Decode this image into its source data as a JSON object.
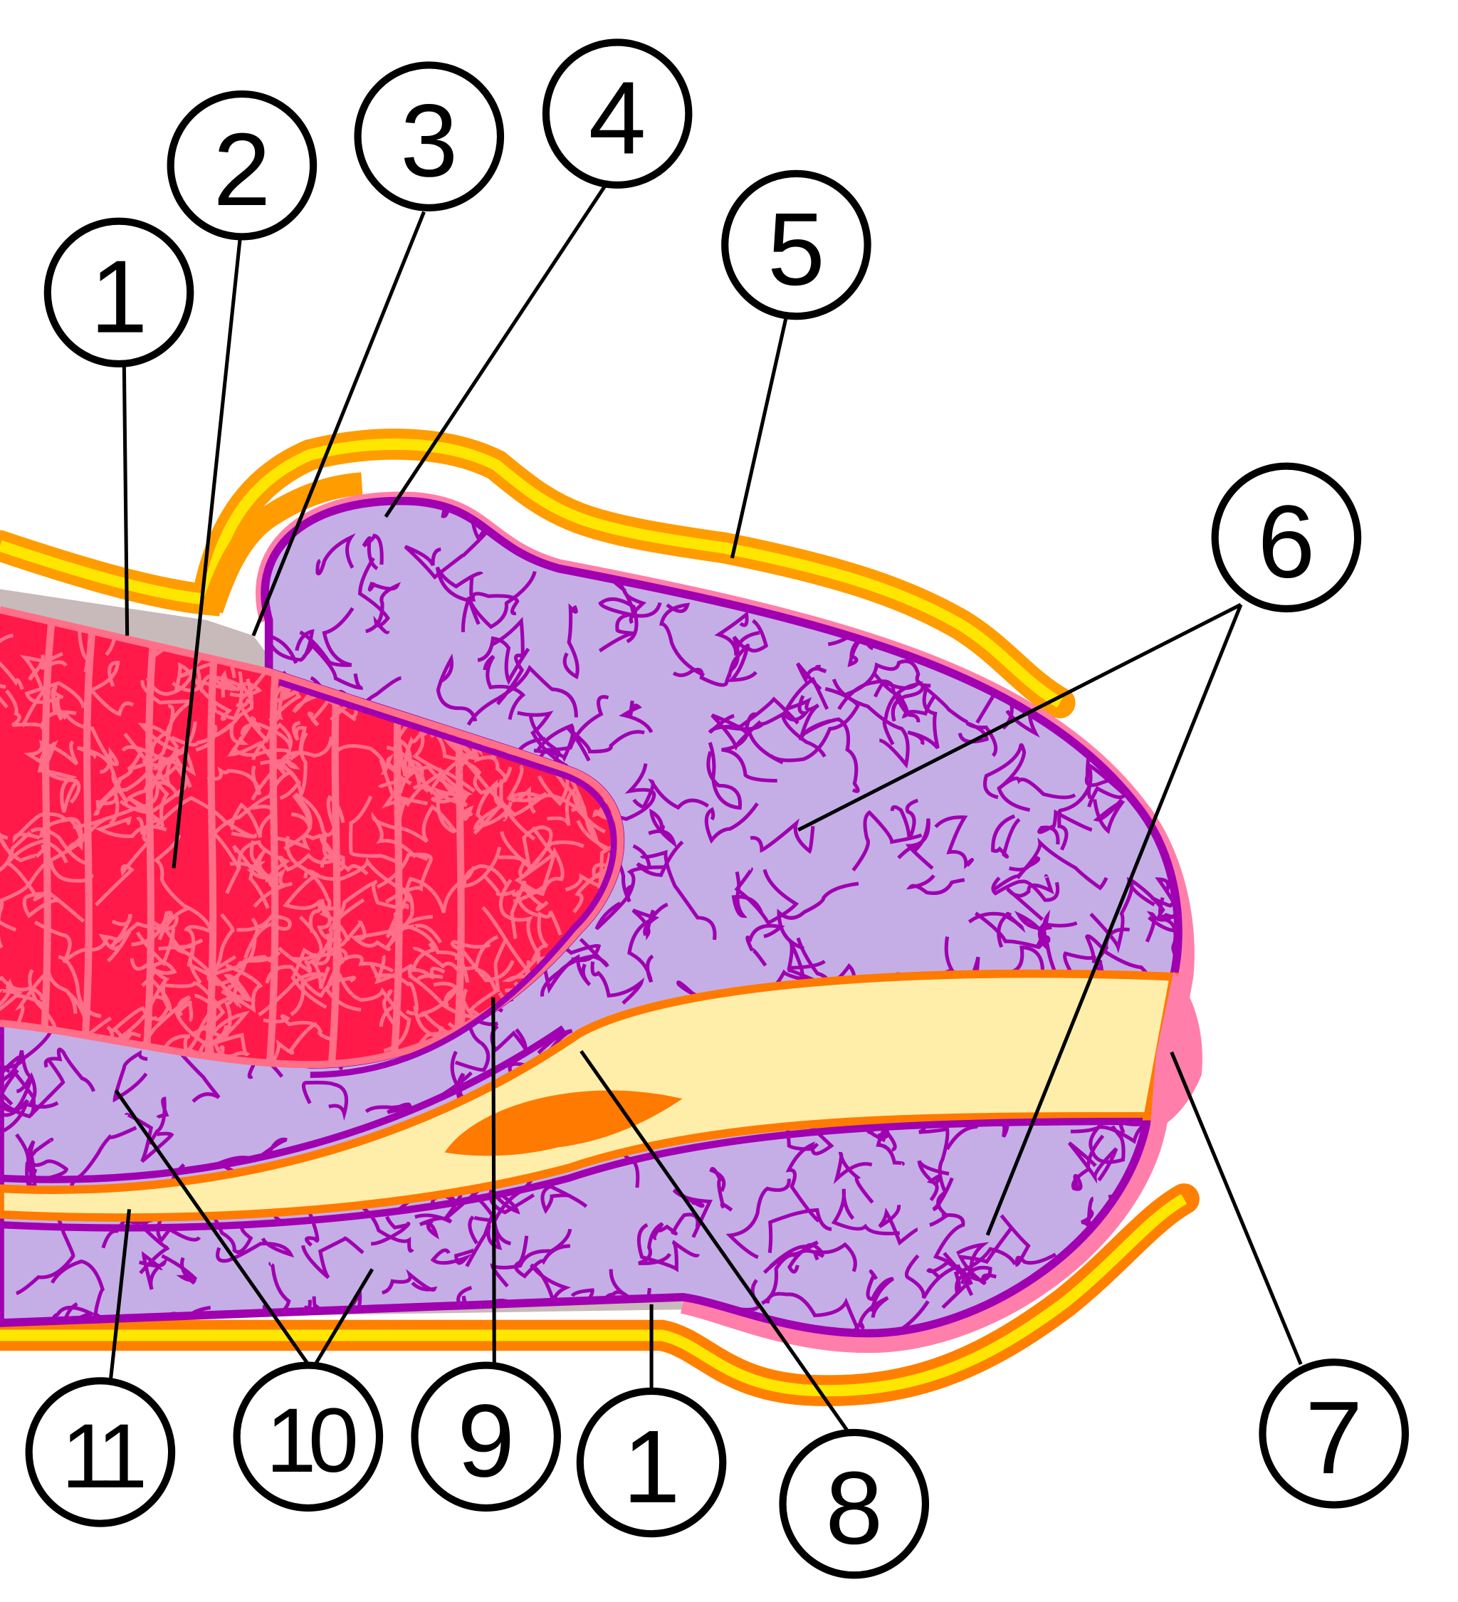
{
  "diagram": {
    "colors": {
      "skin_outer": "#FF8C00",
      "skin_inner": "#FFE600",
      "glans_fill": "#C5AEE6",
      "glans_vein": "#A000B0",
      "glans_rim": "#FF7FAA",
      "cavernosum_fill": "#FF1A4A",
      "cavernosum_vein": "#FF6F88",
      "urethra_fill": "#FFEEAA",
      "urethra_rim": "#FF7A00",
      "fascia_gray": "#C8BABA"
    },
    "labels": [
      {
        "id": "1a",
        "text": "1"
      },
      {
        "id": "2",
        "text": "2"
      },
      {
        "id": "3",
        "text": "3"
      },
      {
        "id": "4",
        "text": "4"
      },
      {
        "id": "5",
        "text": "5"
      },
      {
        "id": "6",
        "text": "6"
      },
      {
        "id": "7",
        "text": "7"
      },
      {
        "id": "8",
        "text": "8"
      },
      {
        "id": "9",
        "text": "9"
      },
      {
        "id": "10",
        "text": "10"
      },
      {
        "id": "11",
        "text": "11"
      },
      {
        "id": "1b",
        "text": "1"
      }
    ]
  }
}
